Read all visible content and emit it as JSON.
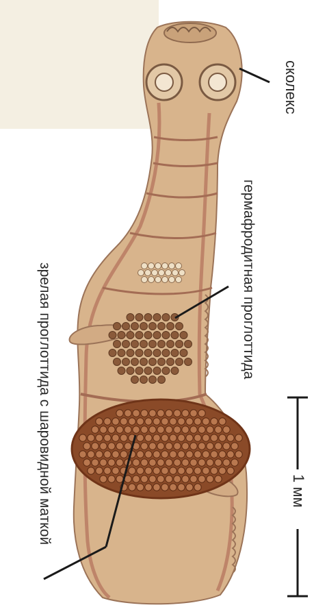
{
  "labels": {
    "scolex": "сколекс",
    "hermaphroditic": "гермафродитная проглоттида",
    "mature": "зрелая проглоттида с шаровидной маткой",
    "scale": "1 мм"
  },
  "colors": {
    "corner_tint": "#f4efe2",
    "body": "#d8b48c",
    "body_dark": "#b98d66",
    "segment_line": "#a36c54",
    "uterus": "#6f3418",
    "ink": "#1a1a1a"
  }
}
